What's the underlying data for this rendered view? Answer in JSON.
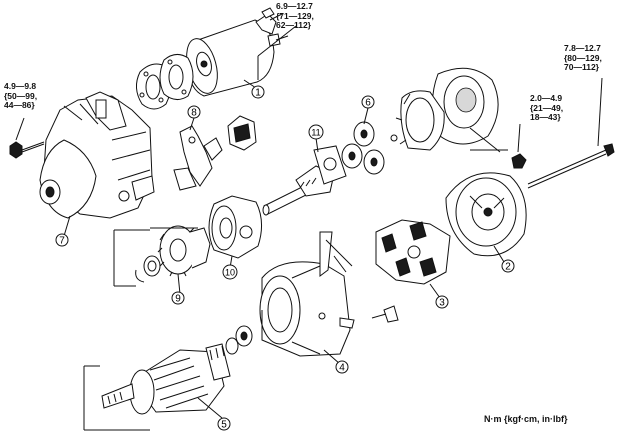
{
  "specs": {
    "solenoid_torque": [
      "6.9—12.7",
      "{71—129,",
      "62—112}"
    ],
    "housing_bolt_torque": [
      "4.9—9.8",
      "{50—99,",
      "44—86}"
    ],
    "through_bolt_torque": [
      "7.8—12.7",
      "{80—129,",
      "70—112}"
    ],
    "nut_torque": [
      "2.0—4.9",
      "{21—49,",
      "18—43}"
    ]
  },
  "units_label": "N·m {kgf·cm, in·lbf}",
  "callouts": [
    {
      "id": "1",
      "label": "1"
    },
    {
      "id": "2",
      "label": "2"
    },
    {
      "id": "3",
      "label": "3"
    },
    {
      "id": "4",
      "label": "4"
    },
    {
      "id": "5",
      "label": "5"
    },
    {
      "id": "6",
      "label": "6"
    },
    {
      "id": "7",
      "label": "7"
    },
    {
      "id": "8",
      "label": "8"
    },
    {
      "id": "9",
      "label": "9"
    },
    {
      "id": "10",
      "label": "10"
    },
    {
      "id": "11",
      "label": "11"
    }
  ]
}
